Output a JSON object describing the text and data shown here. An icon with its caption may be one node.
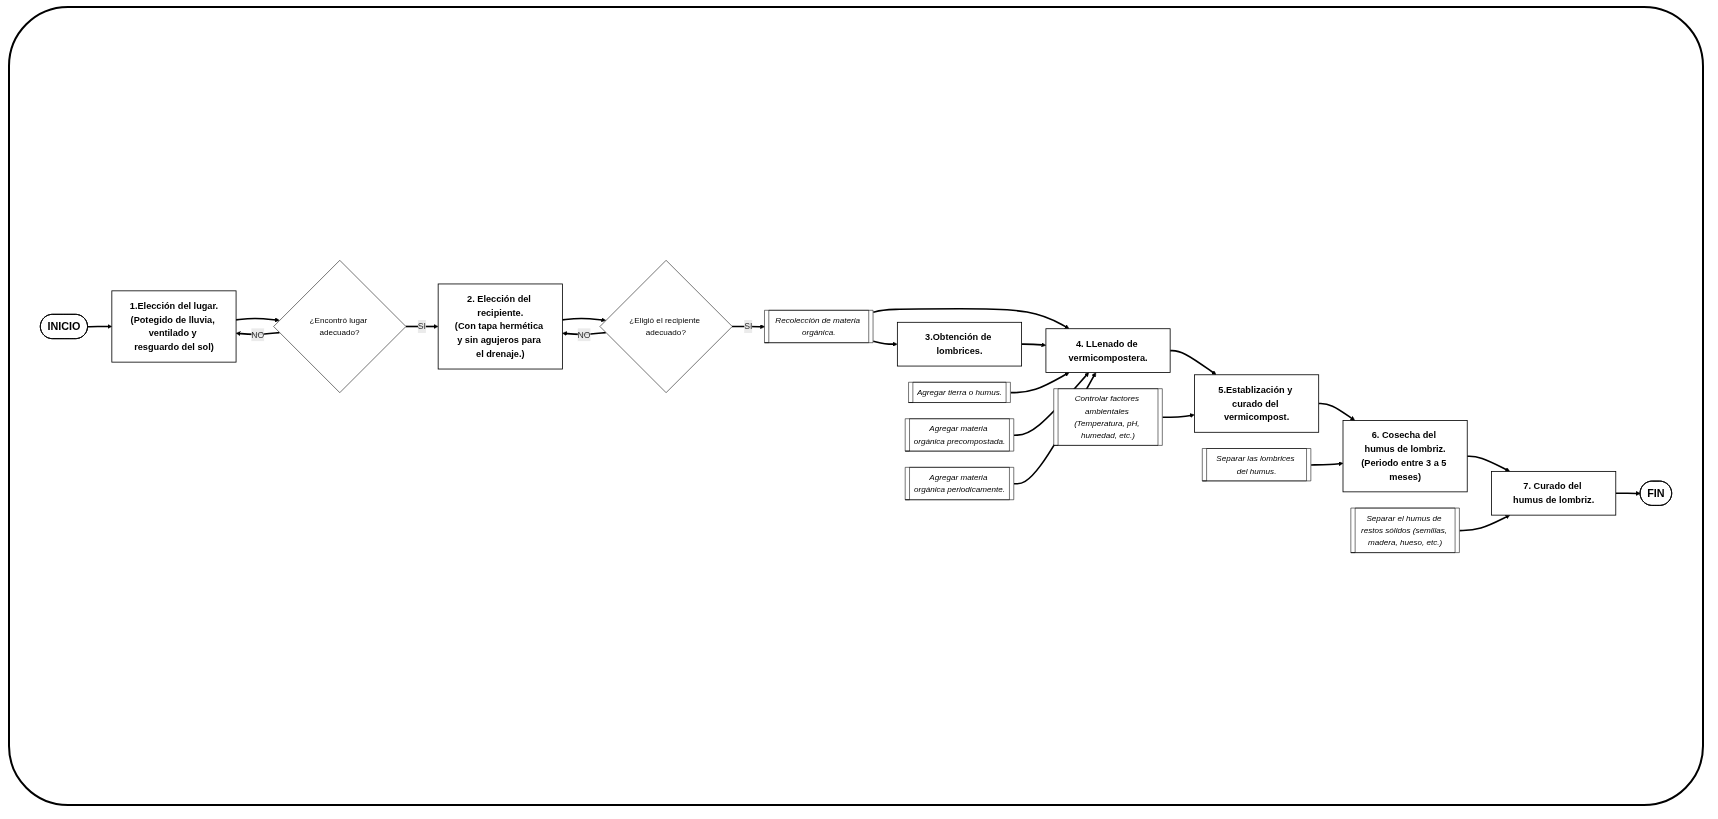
{
  "diagram": {
    "nodes": [
      {
        "text": [
          "INICIO"
        ]
      },
      {
        "text": [
          "1.Elección del lugar.",
          "(Potegido de lluvia, ventilado y resguardo del sol)"
        ]
      },
      {
        "text": [
          "¿Encontró lugar adecuado?"
        ]
      },
      {
        "text": [
          "2. Elección del recipiente.",
          "(Con tapa hermética y sin agujeros para el drenaje.)"
        ]
      },
      {
        "text": [
          "¿Eligió el recipiente adecuado?"
        ]
      },
      {
        "text": [
          "Recolección de materia orgánica."
        ]
      },
      {
        "text": [
          "3.Obtención de lombrices."
        ]
      },
      {
        "text": [
          "Agregar tierra o humus."
        ]
      },
      {
        "text": [
          "Agregar materia orgánica precompostada."
        ]
      },
      {
        "text": [
          "4. LLenado de vermicompostera."
        ]
      },
      {
        "text": [
          "Agregar materia orgánica periodicamente."
        ]
      },
      {
        "text": [
          "5.Establización y curado del vermicompost."
        ]
      },
      {
        "text": [
          "Controlar factores ambientales (Temperatura, pH, humedad, etc.)"
        ]
      },
      {
        "text": [
          "6. Cosecha del humus de lombriz.",
          "(Periodo entre 3 a 5 meses)"
        ]
      },
      {
        "text": [
          "Separar las lombrices del humus."
        ]
      },
      {
        "text": [
          "7. Curado del humus de lombriz."
        ]
      },
      {
        "text": [
          "Separar el humus de restos sólidos (semillas, madera, hueso, etc.)"
        ]
      },
      {
        "text": [
          "FIN"
        ]
      }
    ],
    "edges": [
      {
        "from": 0,
        "to": 1,
        "arrow": "to"
      },
      {
        "from": 1,
        "to": 2,
        "arrow": "to"
      },
      {
        "from": 2,
        "to": 1,
        "arrow": "to",
        "label": "NO"
      },
      {
        "from": 2,
        "to": 3,
        "arrow": "to",
        "label": "SI"
      },
      {
        "from": 3,
        "to": 4,
        "arrow": "to"
      },
      {
        "from": 4,
        "to": 3,
        "arrow": "to",
        "label": "NO"
      },
      {
        "from": 4,
        "to": 5,
        "arrow": "to",
        "label": "SI"
      },
      {
        "from": 5,
        "to": 6,
        "arrow": "to"
      },
      {
        "from": 5,
        "to": 9,
        "arrow": "to"
      },
      {
        "from": 6,
        "to": 9,
        "arrow": "to"
      },
      {
        "from": 7,
        "to": 9,
        "arrow": "to"
      },
      {
        "from": 8,
        "to": 9,
        "arrow": "to"
      },
      {
        "from": 10,
        "to": 9,
        "arrow": "to"
      },
      {
        "from": 9,
        "to": 11,
        "arrow": "to"
      },
      {
        "from": 12,
        "to": 11,
        "arrow": "to"
      },
      {
        "from": 11,
        "to": 13,
        "arrow": "to"
      },
      {
        "from": 14,
        "to": 13,
        "arrow": "to"
      },
      {
        "from": 13,
        "to": 15,
        "arrow": "to"
      },
      {
        "from": 16,
        "to": 15,
        "arrow": "to"
      },
      {
        "from": 15,
        "to": 17,
        "arrow": "to"
      }
    ]
  }
}
